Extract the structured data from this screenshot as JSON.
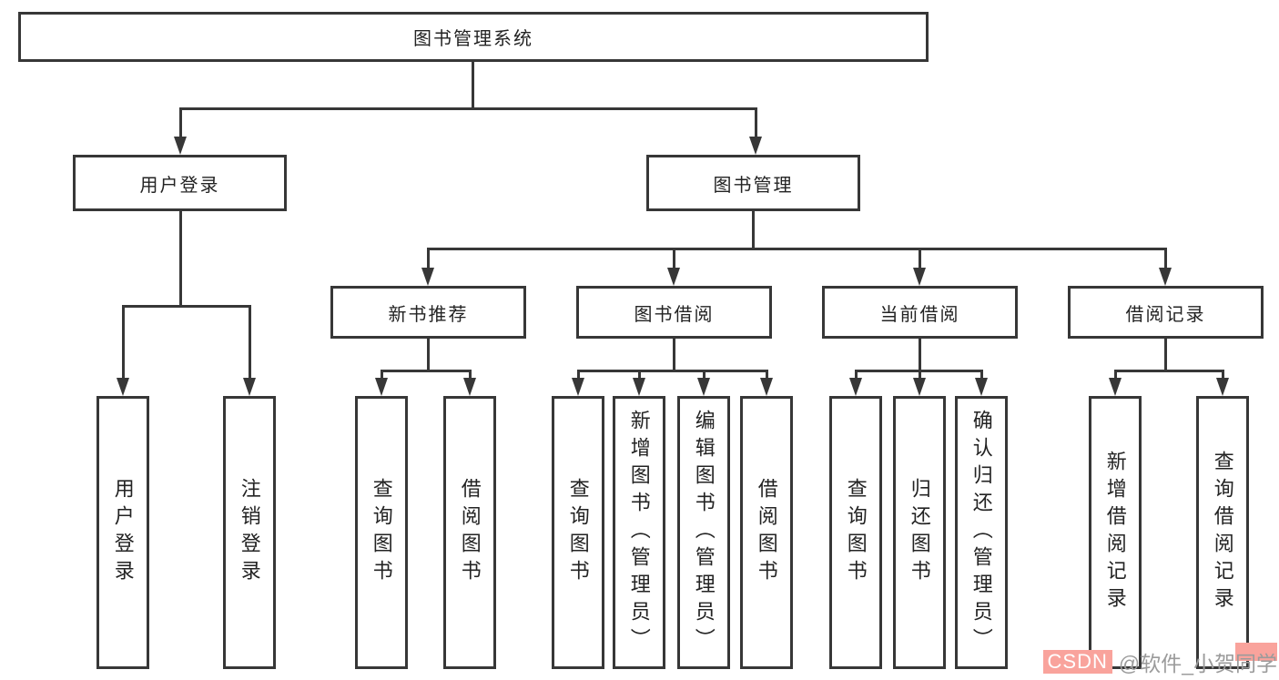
{
  "diagram": {
    "root": "图书管理系统",
    "branches": [
      {
        "label": "用户登录",
        "children": [
          "用户登录",
          "注销登录"
        ]
      },
      {
        "label": "图书管理",
        "children": [
          {
            "label": "新书推荐",
            "children": [
              "查询图书",
              "借阅图书"
            ]
          },
          {
            "label": "图书借阅",
            "children": [
              "查询图书",
              "新增图书（管理员）",
              "编辑图书（管理员）",
              "借阅图书"
            ]
          },
          {
            "label": "当前借阅",
            "children": [
              "查询图书",
              "归还图书",
              "确认归还（管理员）"
            ]
          },
          {
            "label": "借阅记录",
            "children": [
              "新增借阅记录",
              "查询借阅记录"
            ]
          }
        ]
      }
    ]
  },
  "watermark": {
    "brand": "CSDN",
    "handle": "@软件_小贺同学"
  },
  "colors": {
    "line": "#373737",
    "box_border": "#373737",
    "text": "#232323",
    "watermark_badge": "#f9a39c",
    "watermark_text": "#9b9b9b",
    "background": "#ffffff"
  }
}
